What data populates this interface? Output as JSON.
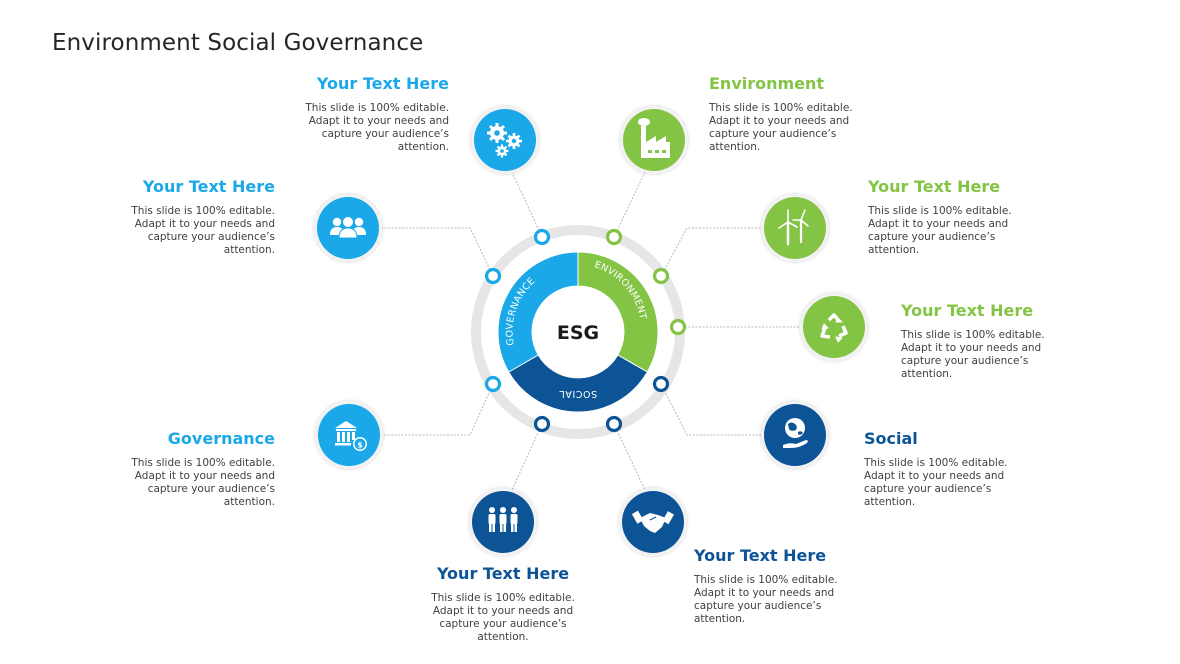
{
  "slide": {
    "title": "Environment Social Governance"
  },
  "colors": {
    "governance": "#1aa8e8",
    "environment": "#84c445",
    "social": "#0d5497",
    "ring": "#e6e6e6",
    "connector": "#b5b5b5",
    "body_text": "#404040",
    "title_text": "#262626"
  },
  "hub": {
    "center_label": "ESG",
    "segments": [
      {
        "label": "ENVIRONMENT",
        "color": "#84c445"
      },
      {
        "label": "SOCIAL",
        "color": "#0d5497"
      },
      {
        "label": "GOVERNANCE",
        "color": "#1aa8e8"
      }
    ]
  },
  "items": [
    {
      "id": "top-left",
      "heading": "Your Text Here",
      "body": "This slide is 100% editable. Adapt it to your needs and capture your audience’s attention.",
      "icon": "gears-icon",
      "group": "governance"
    },
    {
      "id": "top-right",
      "heading": "Environment",
      "body": "This slide is 100% editable. Adapt it to your needs and capture your audience’s attention.",
      "icon": "factory-icon",
      "group": "environment"
    },
    {
      "id": "upper-left",
      "heading": "Your Text Here",
      "body": "This slide is 100% editable. Adapt it to your needs and capture your audience’s attention.",
      "icon": "team-icon",
      "group": "governance"
    },
    {
      "id": "upper-right",
      "heading": "Your Text Here",
      "body": "This slide is 100% editable. Adapt it to your needs and capture your audience’s attention.",
      "icon": "wind-turbine-icon",
      "group": "environment"
    },
    {
      "id": "mid-right",
      "heading": "Your Text Here",
      "body": "This slide is 100% editable. Adapt it to your needs and capture your audience’s attention.",
      "icon": "recycle-icon",
      "group": "environment"
    },
    {
      "id": "lower-left",
      "heading": "Governance",
      "body": "This slide is 100% editable. Adapt it to your needs and capture your audience’s attention.",
      "icon": "bank-dollar-icon",
      "group": "governance"
    },
    {
      "id": "lower-right",
      "heading": "Social",
      "body": "This slide is 100% editable. Adapt it to your needs and capture your audience’s attention.",
      "icon": "globe-hand-icon",
      "group": "social"
    },
    {
      "id": "bottom-left",
      "heading": "Your Text Here",
      "body": "This slide is 100% editable. Adapt it to your needs and capture your audience’s attention.",
      "icon": "people-group-icon",
      "group": "social"
    },
    {
      "id": "bottom-right",
      "heading": "Your Text Here",
      "body": "This slide is 100% editable. Adapt it to your needs and capture your audience’s attention.",
      "icon": "handshake-icon",
      "group": "social"
    }
  ]
}
